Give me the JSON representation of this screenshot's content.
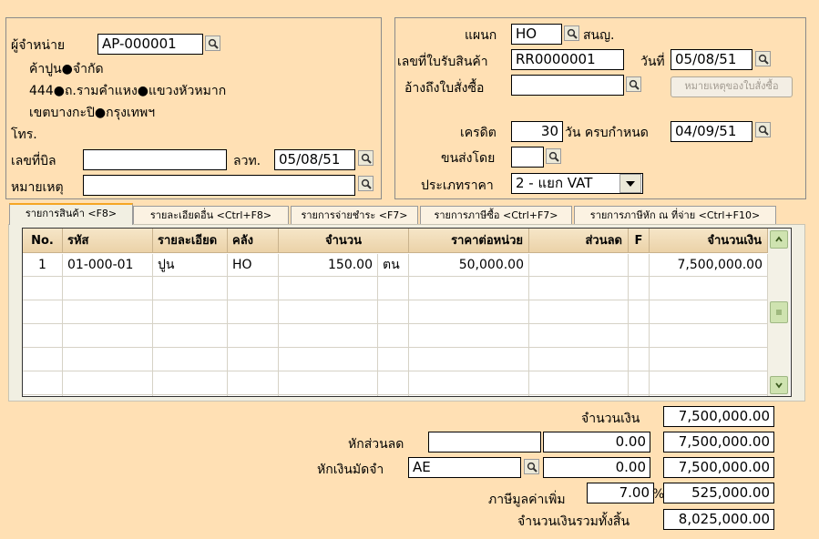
{
  "supplier": {
    "label": "ผู้จำหน่าย",
    "code": "AP-000001",
    "name": "ค้าปูน●จำกัด",
    "address1": "444●ถ.รามคำแหง●แขวงหัวหมาก",
    "address2": "เขตบางกะปิ●กรุงเทพฯ",
    "phone_label": "โทร.",
    "bill_no_label": "เลขที่บิล",
    "bill_no": "",
    "tax_date_label": "ลวท.",
    "tax_date": "05/08/51",
    "note_label": "หมายเหตุ",
    "note": ""
  },
  "header": {
    "department_label": "แผนก",
    "department": "HO",
    "department_name": "สนญ.",
    "receipt_no_label": "เลขที่ใบรับสินค้า",
    "receipt_no": "RR0000001",
    "date_label": "วันที่",
    "date": "05/08/51",
    "po_ref_label": "อ้างถึงใบสั่งซื้อ",
    "po_ref": "",
    "po_note_button": "หมายเหตุของใบสั่งซื้อ",
    "credit_label": "เครดิต",
    "credit_days": "30",
    "due_label": "วัน ครบกำหนด",
    "due_date": "04/09/51",
    "ship_by_label": "ขนส่งโดย",
    "ship_by": "",
    "price_type_label": "ประเภทราคา",
    "price_type": "2 - แยก VAT"
  },
  "tabs": [
    {
      "label": "รายการสินค้า <F8>"
    },
    {
      "label": "รายละเอียดอื่น <Ctrl+F8>"
    },
    {
      "label": "รายการจ่ายชำระ <F7>"
    },
    {
      "label": "รายการภาษีซื้อ <Ctrl+F7>"
    },
    {
      "label": "รายการภาษีหัก ณ ที่จ่าย <Ctrl+F10>"
    }
  ],
  "grid": {
    "columns": [
      "No.",
      "รหัส",
      "รายละเอียด",
      "คลัง",
      "จำนวน",
      "ราคาต่อหน่วย",
      "ส่วนลด",
      "F",
      "จำนวนเงิน"
    ],
    "rows": [
      {
        "no": "1",
        "code": "01-000-01",
        "desc": "ปูน",
        "wh": "HO",
        "qty": "150.00",
        "unit": "ตน",
        "price": "50,000.00",
        "disc": "",
        "f": "",
        "amount": "7,500,000.00"
      }
    ]
  },
  "totals": {
    "amount_label": "จำนวนเงิน",
    "amount": "7,500,000.00",
    "discount_label": "หักส่วนลด",
    "discount_text": "",
    "discount_value": "0.00",
    "after_discount": "7,500,000.00",
    "deposit_label": "หักเงินมัดจำ",
    "deposit_code": "AE",
    "deposit_value": "0.00",
    "after_deposit": "7,500,000.00",
    "vat_label": "ภาษีมูลค่าเพิ่ม",
    "vat_rate": "7.00",
    "vat_percent_sign": "%",
    "vat_amount": "525,000.00",
    "grand_total_label": "จำนวนเงินรวมทั้งสิ้น",
    "grand_total": "8,025,000.00"
  }
}
